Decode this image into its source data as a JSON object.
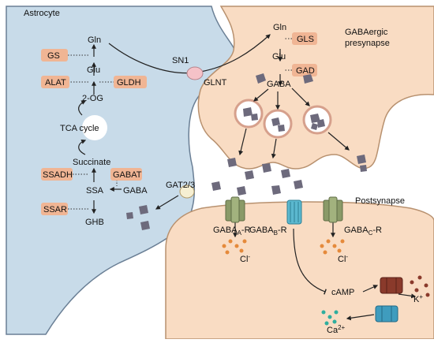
{
  "regions": {
    "astrocyte": "Astrocyte",
    "presynapse_line1": "GABAergic",
    "presynapse_line2": "presynapse",
    "postsynapse": "Postsynapse"
  },
  "astrocyte_path": {
    "gln": "Gln",
    "glu": "Glu",
    "two_og": "2-OG",
    "tca": "TCA cycle",
    "succinate": "Succinate",
    "ssa": "SSA",
    "gaba": "GABA",
    "ghb": "GHB"
  },
  "astrocyte_enzymes": {
    "gs": "GS",
    "alat": "ALAT",
    "gldh": "GLDH",
    "ssadh": "SSADH",
    "gabat": "GABAT",
    "ssar": "SSAR"
  },
  "presynapse_path": {
    "gln": "Gln",
    "glu": "Glu",
    "gaba": "GABA",
    "gls": "GLS",
    "gad": "GAD"
  },
  "transporters": {
    "sn1": "SN1",
    "glnt": "GLNT",
    "gat": "GAT2/3"
  },
  "receptors": {
    "a_main": "GABA",
    "a_sub": "A",
    "a_suffix": "-R",
    "b_main": "GABA",
    "b_sub": "B",
    "b_suffix": "-R",
    "c_main": "GABA",
    "c_sub": "C",
    "c_suffix": "-R"
  },
  "ions": {
    "cl_a": "Cl",
    "cl_a_sup": "-",
    "cl_c": "Cl",
    "cl_c_sup": "-",
    "camp": "cAMP",
    "k": "K",
    "k_sup": "+",
    "ca": "Ca",
    "ca_sup": "2+"
  },
  "colors": {
    "astrocyte_fill": "#c8dbe9",
    "neuron_fill": "#f9dcc3",
    "enzyme_fill": "#f0b594",
    "gaba_shape": "#6d6a7c",
    "ion_orange": "#e58a3b",
    "k_channel": "#8a3a2b",
    "ca_channel": "#3f9cbe",
    "receptor_green": "#8a9a68",
    "gabab_blue": "#5bb8cf"
  }
}
